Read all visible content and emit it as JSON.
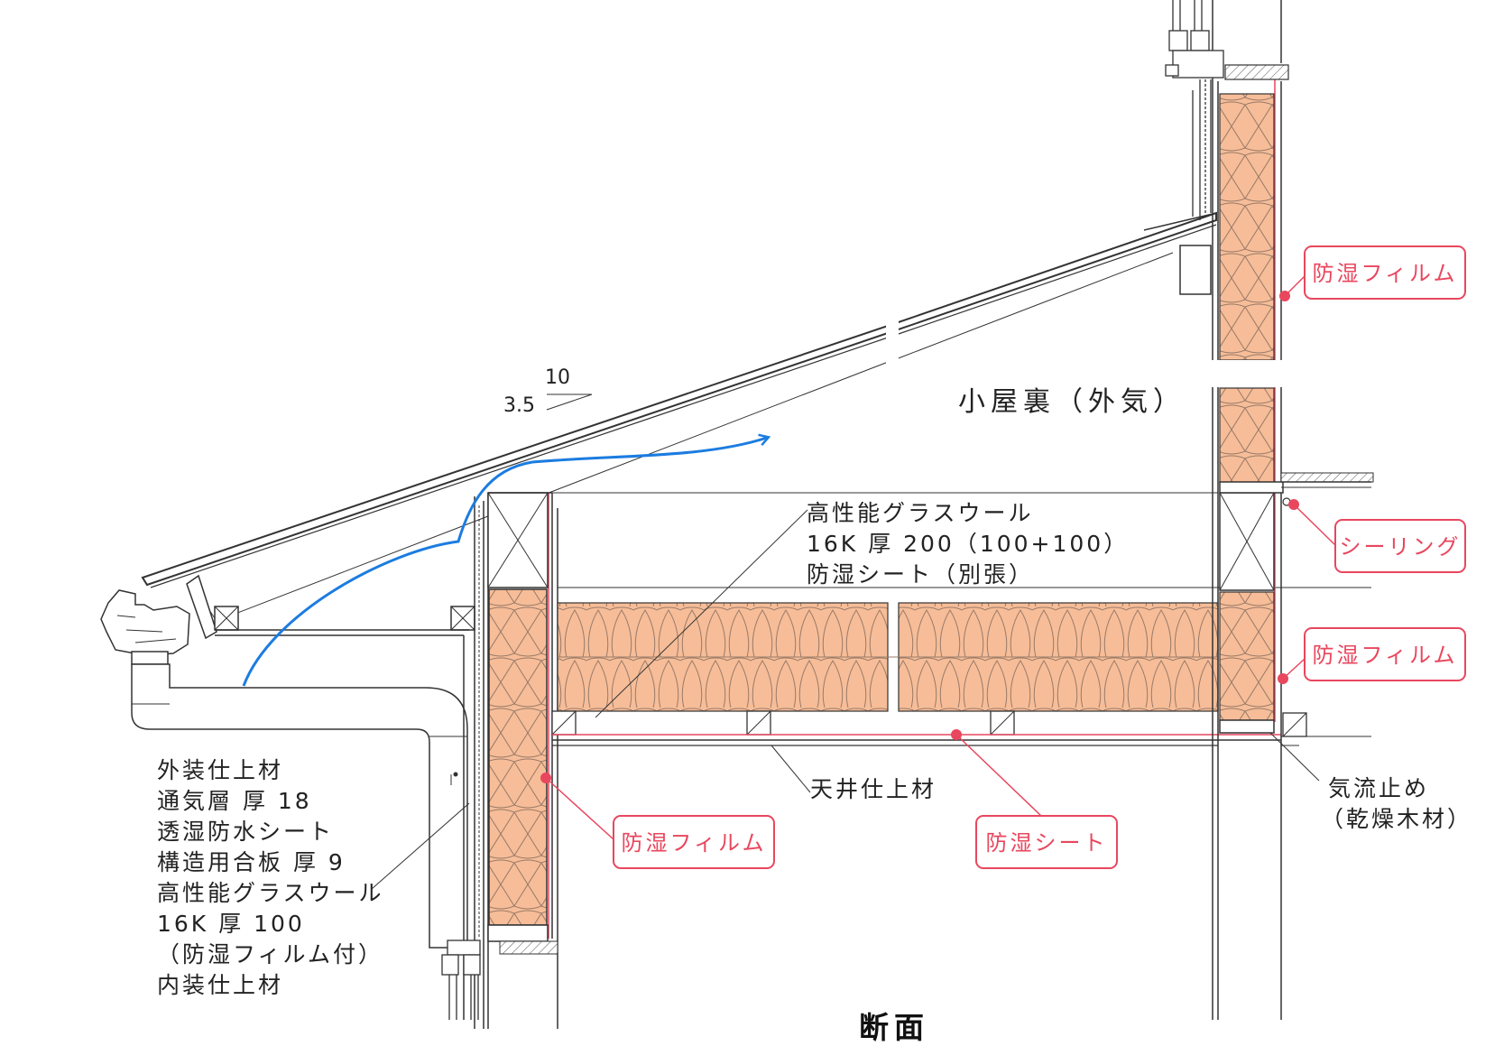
{
  "title": "断面",
  "space_label": "小屋裏（外気）",
  "slope": {
    "rise": "3.5",
    "run": "10"
  },
  "ceiling_note": [
    "高性能グラスウール",
    "16K 厚 200（100+100）",
    "防湿シート（別張）"
  ],
  "wall_note": [
    "外装仕上材",
    "通気層 厚 18",
    "透湿防水シート",
    "構造用合板 厚 9",
    "高性能グラスウール",
    "16K 厚 100",
    "（防湿フィルム付）",
    "内装仕上材"
  ],
  "ceiling_finish": "天井仕上材",
  "airstop": [
    "気流止め",
    "（乾燥木材）"
  ],
  "callouts": {
    "film_upper": "防湿フィルム",
    "sealing": "シーリング",
    "film_right": "防湿フィルム",
    "film_left": "防湿フィルム",
    "sheet": "防湿シート"
  },
  "colors": {
    "insulation_fill": "#f6bd98",
    "insulation_pattern": "#9a7a68",
    "callout_red": "#e8475e",
    "airflow_blue": "#1c7ce0",
    "line": "#333333"
  }
}
